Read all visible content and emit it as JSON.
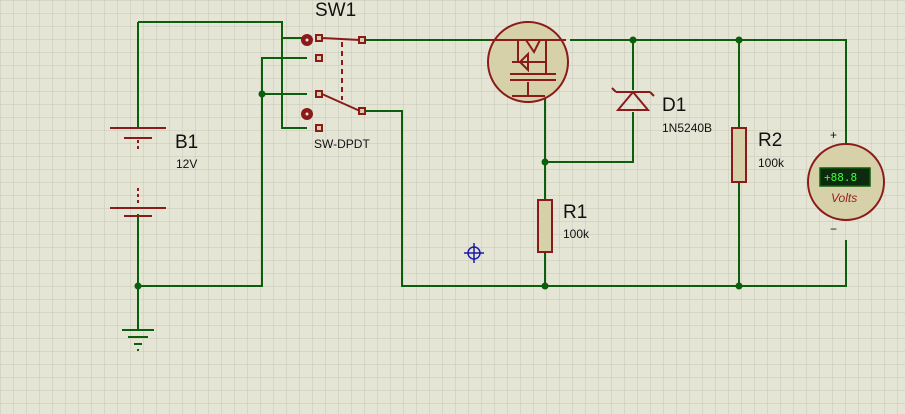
{
  "labels": {
    "sw1_ref": "SW1",
    "sw1_type": "SW-DPDT",
    "b1_ref": "B1",
    "b1_value": "12V",
    "d1_ref": "D1",
    "d1_part": "1N5240B",
    "r1_ref": "R1",
    "r1_value": "100k",
    "r2_ref": "R2",
    "r2_value": "100k",
    "meter_unit": "Volts",
    "meter_reading": "+88.8",
    "meter_plus": "+",
    "meter_minus": "−"
  },
  "colors": {
    "background": "#e5e5d6",
    "grid": "#c8c8b8",
    "wire": "#0b5e0b",
    "component": "#8b1a1a",
    "component_fill": "#d7d1a9",
    "cursor": "#1a1aa8"
  }
}
